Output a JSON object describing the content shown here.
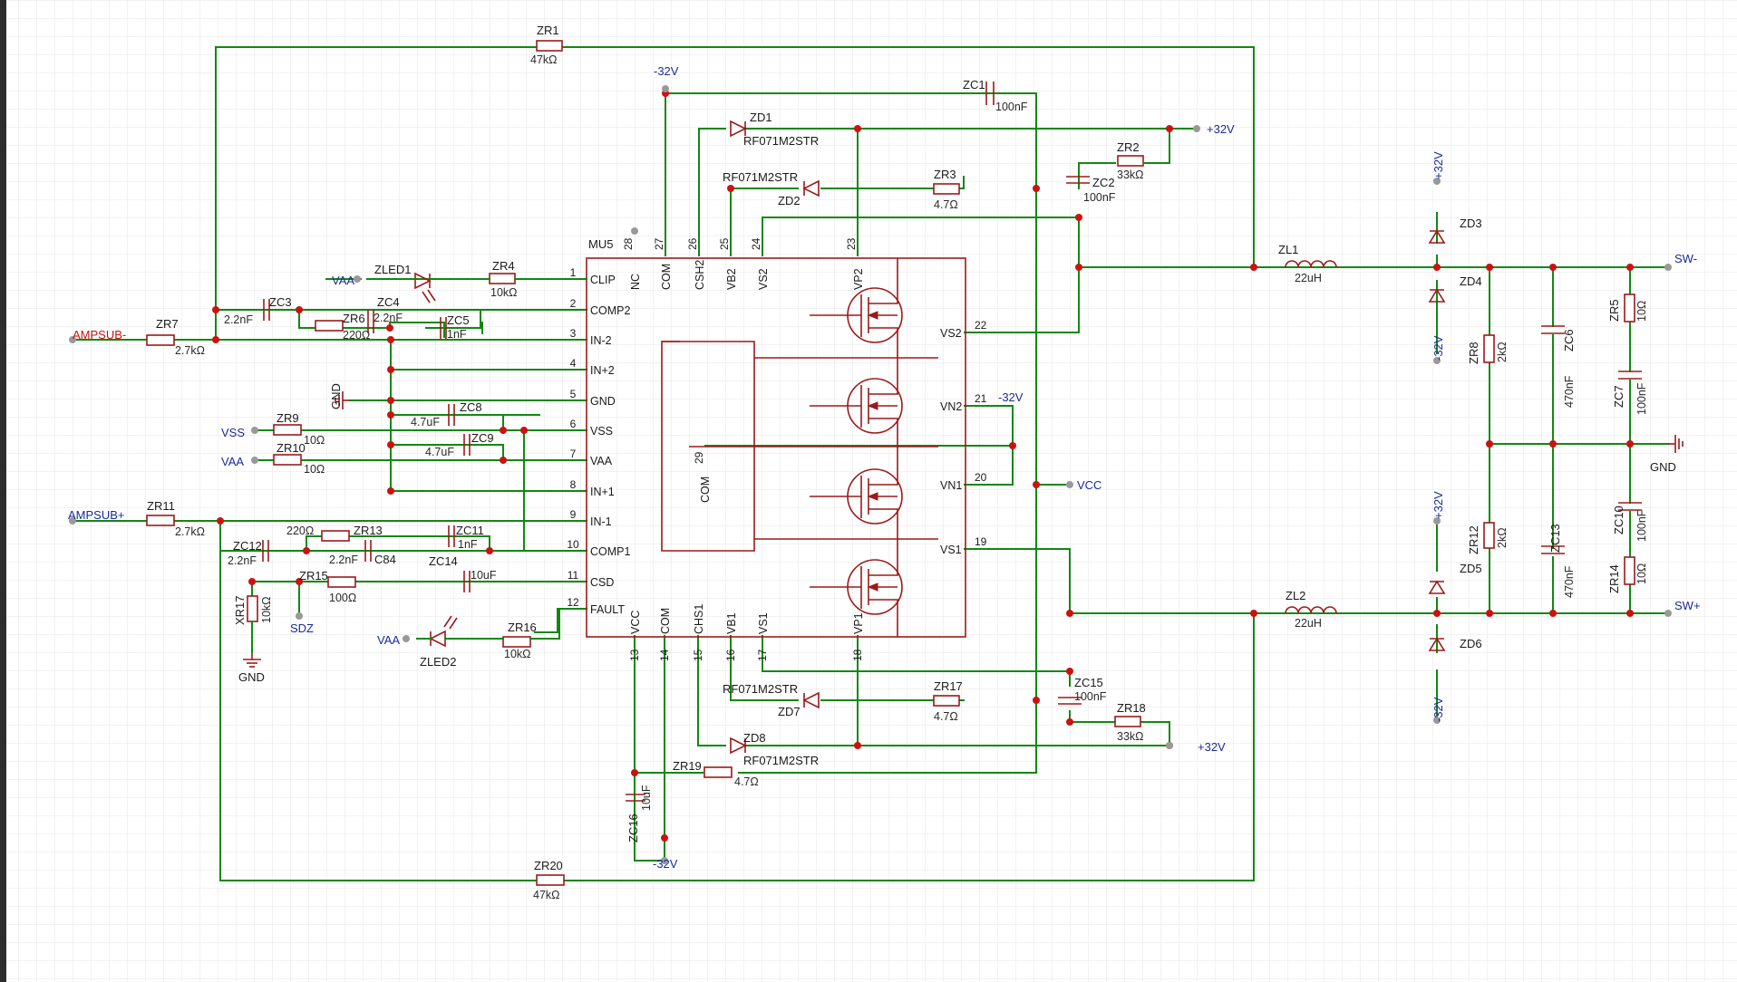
{
  "chip": {
    "designator": "MU5",
    "left_pins": [
      {
        "num": "1",
        "name": "CLIP"
      },
      {
        "num": "2",
        "name": "COMP2"
      },
      {
        "num": "3",
        "name": "IN-2"
      },
      {
        "num": "4",
        "name": "IN+2"
      },
      {
        "num": "5",
        "name": "GND"
      },
      {
        "num": "6",
        "name": "VSS"
      },
      {
        "num": "7",
        "name": "VAA"
      },
      {
        "num": "8",
        "name": "IN+1"
      },
      {
        "num": "9",
        "name": "IN-1"
      },
      {
        "num": "10",
        "name": "COMP1"
      },
      {
        "num": "11",
        "name": "CSD"
      },
      {
        "num": "12",
        "name": "FAULT"
      }
    ],
    "top_pins": [
      {
        "num": "28",
        "name": "NC"
      },
      {
        "num": "27",
        "name": "COM"
      },
      {
        "num": "26",
        "name": "CSH2"
      },
      {
        "num": "25",
        "name": "VB2"
      },
      {
        "num": "24",
        "name": "VS2"
      },
      {
        "num": "23",
        "name": "VP2"
      }
    ],
    "bottom_pins": [
      {
        "num": "13",
        "name": "VCC"
      },
      {
        "num": "14",
        "name": "COM"
      },
      {
        "num": "15",
        "name": "CHS1"
      },
      {
        "num": "16",
        "name": "VB1"
      },
      {
        "num": "17",
        "name": "VS1"
      },
      {
        "num": "18",
        "name": "VP1"
      }
    ],
    "right_pins": [
      {
        "num": "22",
        "name": "VS2"
      },
      {
        "num": "21",
        "name": "VN2"
      },
      {
        "num": "20",
        "name": "VN1"
      },
      {
        "num": "19",
        "name": "VS1"
      }
    ],
    "internal_pin": {
      "num": "29",
      "name": "COM"
    }
  },
  "resistors": [
    {
      "ref": "ZR1",
      "value": "47kΩ"
    },
    {
      "ref": "ZR2",
      "value": "33kΩ"
    },
    {
      "ref": "ZR3",
      "value": "4.7Ω"
    },
    {
      "ref": "ZR4",
      "value": "10kΩ"
    },
    {
      "ref": "ZR5",
      "value": "10Ω"
    },
    {
      "ref": "ZR6",
      "value": "220Ω"
    },
    {
      "ref": "ZR7",
      "value": "2.7kΩ"
    },
    {
      "ref": "ZR8",
      "value": "2kΩ"
    },
    {
      "ref": "ZR9",
      "value": "10Ω"
    },
    {
      "ref": "ZR10",
      "value": "10Ω"
    },
    {
      "ref": "ZR11",
      "value": "2.7kΩ"
    },
    {
      "ref": "ZR12",
      "value": "2kΩ"
    },
    {
      "ref": "ZR13",
      "value": "220Ω"
    },
    {
      "ref": "ZR14",
      "value": "10Ω"
    },
    {
      "ref": "ZR15",
      "value": "100Ω"
    },
    {
      "ref": "ZR16",
      "value": "10kΩ"
    },
    {
      "ref": "XR17",
      "value": "10kΩ"
    },
    {
      "ref": "ZR17",
      "value": "4.7Ω"
    },
    {
      "ref": "ZR18",
      "value": "33kΩ"
    },
    {
      "ref": "ZR19",
      "value": "4.7Ω"
    },
    {
      "ref": "ZR20",
      "value": "47kΩ"
    }
  ],
  "capacitors": [
    {
      "ref": "ZC1",
      "value": "100nF"
    },
    {
      "ref": "ZC2",
      "value": "100nF"
    },
    {
      "ref": "ZC3",
      "value": "2.2nF"
    },
    {
      "ref": "ZC4",
      "value": "2.2nF"
    },
    {
      "ref": "ZC5",
      "value": "1nF"
    },
    {
      "ref": "ZC6",
      "value": "470nF"
    },
    {
      "ref": "ZC7",
      "value": "100nF"
    },
    {
      "ref": "ZC8",
      "value": "4.7uF"
    },
    {
      "ref": "ZC9",
      "value": "4.7uF"
    },
    {
      "ref": "ZC10",
      "value": "100nF"
    },
    {
      "ref": "ZC11",
      "value": "1nF"
    },
    {
      "ref": "ZC12",
      "value": "2.2nF"
    },
    {
      "ref": "C84",
      "value": "2.2nF"
    },
    {
      "ref": "ZC13",
      "value": "470nF"
    },
    {
      "ref": "ZC14",
      "value": "10uF"
    },
    {
      "ref": "ZC15",
      "value": "100nF"
    },
    {
      "ref": "ZC16",
      "value": "10uF"
    }
  ],
  "diodes": [
    {
      "ref": "ZD1",
      "part": "RF071M2STR"
    },
    {
      "ref": "ZD2",
      "part": "RF071M2STR"
    },
    {
      "ref": "ZD3"
    },
    {
      "ref": "ZD4"
    },
    {
      "ref": "ZD5"
    },
    {
      "ref": "ZD6"
    },
    {
      "ref": "ZD7",
      "part": "RF071M2STR"
    },
    {
      "ref": "ZD8",
      "part": "RF071M2STR"
    },
    {
      "ref": "ZLED1"
    },
    {
      "ref": "ZLED2"
    }
  ],
  "inductors": [
    {
      "ref": "ZL1",
      "value": "22uH"
    },
    {
      "ref": "ZL2",
      "value": "22uH"
    }
  ],
  "nets": {
    "ampsub_minus": "AMPSUB-",
    "ampsub_plus": "AMPSUB+",
    "vaa": "VAA",
    "vss": "VSS",
    "vcc": "VCC",
    "sdz": "SDZ",
    "gnd": "GND",
    "pos32": "+32V",
    "neg32": "-32V",
    "sw_minus": "SW-",
    "sw_plus": "SW+"
  },
  "colors": {
    "wire": "#118811",
    "symbol": "#9a1a1a",
    "junction": "#cc1111",
    "net_label": "#1a2a9a",
    "grid": "#e5e5e5"
  }
}
